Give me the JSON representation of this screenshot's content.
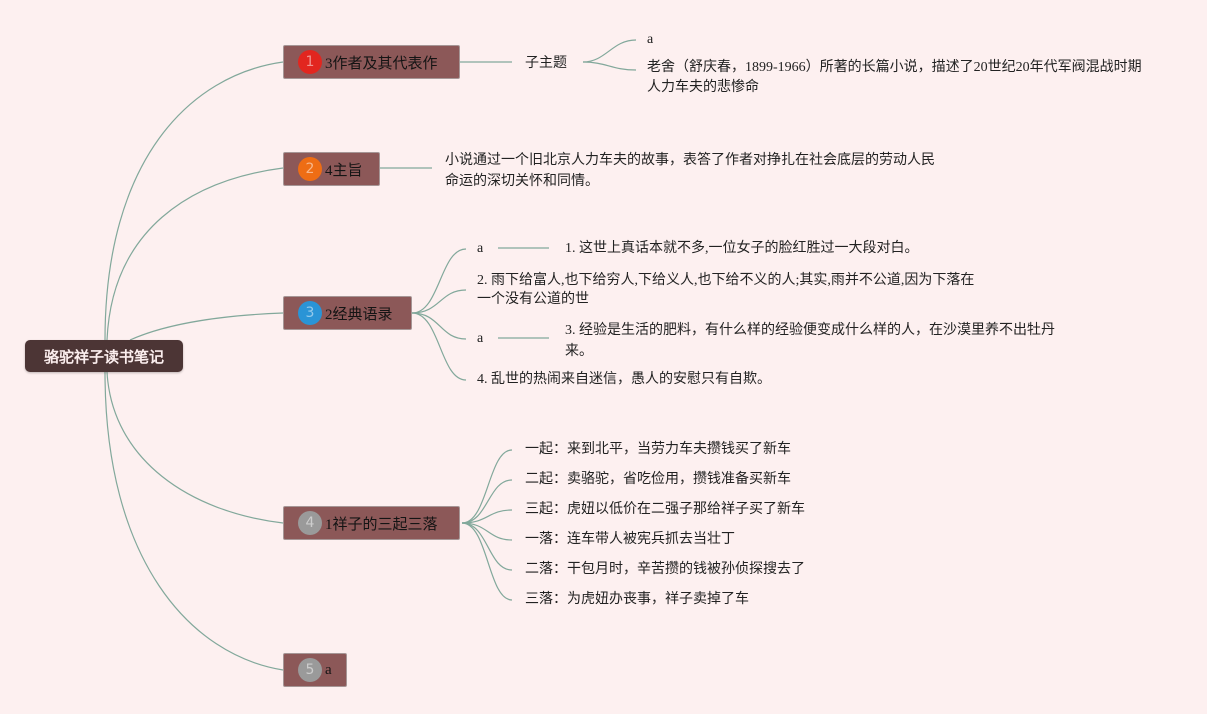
{
  "theme": {
    "background": "#fdf0f0",
    "root_fill": "#4c3535",
    "topic_fill": "#8c5858",
    "connector": "#82a89b"
  },
  "mindmap": {
    "root": "骆驼祥子读书笔记",
    "branches": [
      {
        "marker": {
          "icon": "priority-1-icon",
          "number": "1",
          "color": "#e2261f"
        },
        "label": "3作者及其代表作",
        "subtopic": {
          "label": "子主题",
          "children": [
            {
              "lines": [
                "a"
              ]
            },
            {
              "lines": [
                "老舍（舒庆春，1899-1966）所著的长篇小说，描述了20世纪20年代军阀混战时期",
                "人力车夫的悲惨命"
              ]
            }
          ]
        }
      },
      {
        "marker": {
          "icon": "priority-2-icon",
          "number": "2",
          "color": "#ee6d14"
        },
        "label": "4主旨",
        "children": [
          {
            "lines": [
              "小说通过一个旧北京人力车夫的故事，表答了作者对挣扎在社会底层的劳动人民",
              "命运的深切关怀和同情。"
            ]
          }
        ]
      },
      {
        "marker": {
          "icon": "priority-3-icon",
          "number": "3",
          "color": "#2a94d6"
        },
        "label": "2经典语录",
        "children": [
          {
            "label": "a",
            "children": [
              {
                "lines": [
                  "1. 这世上真话本就不多,一位女子的脸红胜过一大段对白。"
                ]
              }
            ]
          },
          {
            "lines": [
              "2. 雨下给富人,也下给穷人,下给义人,也下给不义的人;其实,雨并不公道,因为下落在",
              "一个没有公道的世"
            ]
          },
          {
            "label": "a",
            "children": [
              {
                "lines": [
                  "3. 经验是生活的肥料，有什么样的经验便变成什么样的人，在沙漠里养不出牡丹",
                  "来。"
                ]
              }
            ]
          },
          {
            "lines": [
              "4. 乱世的热闹来自迷信，愚人的安慰只有自欺。"
            ]
          }
        ]
      },
      {
        "marker": {
          "icon": "priority-4-icon",
          "number": "4",
          "color": "#9a9a9a"
        },
        "label": "1祥子的三起三落",
        "children": [
          "一起：来到北平，当劳力车夫攒钱买了新车",
          "二起：卖骆驼，省吃俭用，攒钱准备买新车",
          "三起：虎妞以低价在二强子那给祥子买了新车",
          "一落：连车带人被宪兵抓去当壮丁",
          "二落：干包月时，辛苦攒的钱被孙侦探搜去了",
          "三落：为虎妞办丧事，祥子卖掉了车"
        ]
      },
      {
        "marker": {
          "icon": "priority-5-icon",
          "number": "5",
          "color": "#9a9a9a"
        },
        "label": "a"
      }
    ]
  }
}
